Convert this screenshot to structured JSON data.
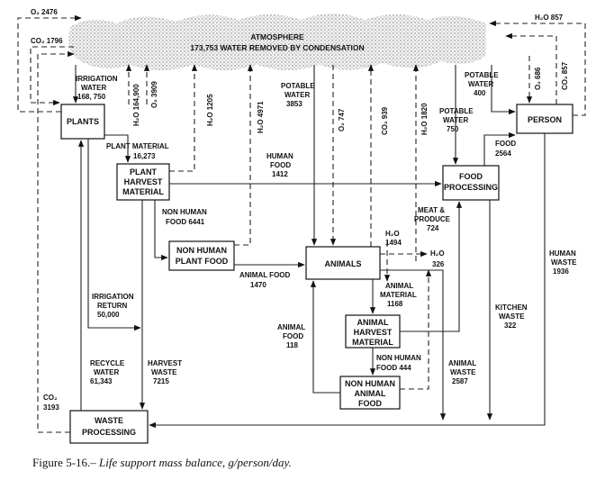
{
  "atmosphere": {
    "title": "ATMOSPHERE",
    "subtitle": "173,753 WATER REMOVED BY CONDENSATION"
  },
  "boxes": {
    "plants": "PLANTS",
    "plant_harvest_1": "PLANT",
    "plant_harvest_2": "HARVEST",
    "plant_harvest_3": "MATERIAL",
    "non_human_plant_food_1": "NON HUMAN",
    "non_human_plant_food_2": "PLANT FOOD",
    "animals": "ANIMALS",
    "animal_harvest_1": "ANIMAL",
    "animal_harvest_2": "HARVEST",
    "animal_harvest_3": "MATERIAL",
    "non_human_animal_food_1": "NON HUMAN",
    "non_human_animal_food_2": "ANIMAL",
    "non_human_animal_food_3": "FOOD",
    "food_processing_1": "FOOD",
    "food_processing_2": "PROCESSING",
    "person": "PERSON",
    "waste_processing_1": "WASTE",
    "waste_processing_2": "PROCESSING"
  },
  "flows": {
    "o2_2476": "O₂ 2476",
    "co2_1796": "CO₂ 1796",
    "irrigation_water_1": "IRRIGATION",
    "irrigation_water_2": "WATER",
    "irrigation_water_3": "168, 750",
    "h2o_164900": "H₂O 164,900",
    "o2_3909": "O₂ 3909",
    "h2o_1205": "H₂O 1205",
    "h2o_4971": "H₂O 4971",
    "potable_water_atm_1": "POTABLE",
    "potable_water_atm_2": "WATER",
    "potable_water_atm_3": "3853",
    "o2_747": "O₂ 747",
    "co2_939": "CO₂ 939",
    "h2o_1820": "H₂O 1820",
    "o2_686": "O₂ 686",
    "co2_857": "CO₂ 857",
    "h2o_857": "H₂O 857",
    "potable_water_person_1": "POTABLE",
    "potable_water_person_2": "WATER",
    "potable_water_person_3": "400",
    "potable_water_fp_1": "POTABLE",
    "potable_water_fp_2": "WATER",
    "potable_water_fp_3": "750",
    "plant_material_1": "PLANT MATERIAL",
    "plant_material_2": "16,273",
    "human_food_1": "HUMAN",
    "human_food_2": "FOOD",
    "human_food_3": "1412",
    "food_person_1": "FOOD",
    "food_person_2": "2564",
    "non_human_food_1": "NON HUMAN",
    "non_human_food_2": "FOOD 6441",
    "meat_produce_1": "MEAT &",
    "meat_produce_2": "PRODUCE",
    "meat_produce_3": "724",
    "h2o_1494_1": "H₂O",
    "h2o_1494_2": "1494",
    "h2o_326_1": "H₂O",
    "h2o_326_2": "326",
    "animal_food_1470_1": "ANIMAL FOOD",
    "animal_food_1470_2": "1470",
    "animal_material_1": "ANIMAL",
    "animal_material_2": "MATERIAL",
    "animal_material_3": "1168",
    "irrigation_return_1": "IRRIGATION",
    "irrigation_return_2": "RETURN",
    "irrigation_return_3": "50,000",
    "kitchen_waste_1": "KITCHEN",
    "kitchen_waste_2": "WASTE",
    "kitchen_waste_3": "322",
    "human_waste_1": "HUMAN",
    "human_waste_2": "WASTE",
    "human_waste_3": "1936",
    "animal_food_118_1": "ANIMAL",
    "animal_food_118_2": "FOOD",
    "animal_food_118_3": "118",
    "non_human_food_444_1": "NON HUMAN",
    "non_human_food_444_2": "FOOD 444",
    "recycle_water_1": "RECYCLE",
    "recycle_water_2": "WATER",
    "recycle_water_3": "61,343",
    "harvest_waste_1": "HARVEST",
    "harvest_waste_2": "WASTE",
    "harvest_waste_3": "7215",
    "animal_waste_1": "ANIMAL",
    "animal_waste_2": "WASTE",
    "animal_waste_3": "2587",
    "co2_3193_1": "CO₂",
    "co2_3193_2": "3193"
  },
  "caption": {
    "number": "Figure 5-16.–",
    "text": " Life support mass balance, g/person/day."
  }
}
